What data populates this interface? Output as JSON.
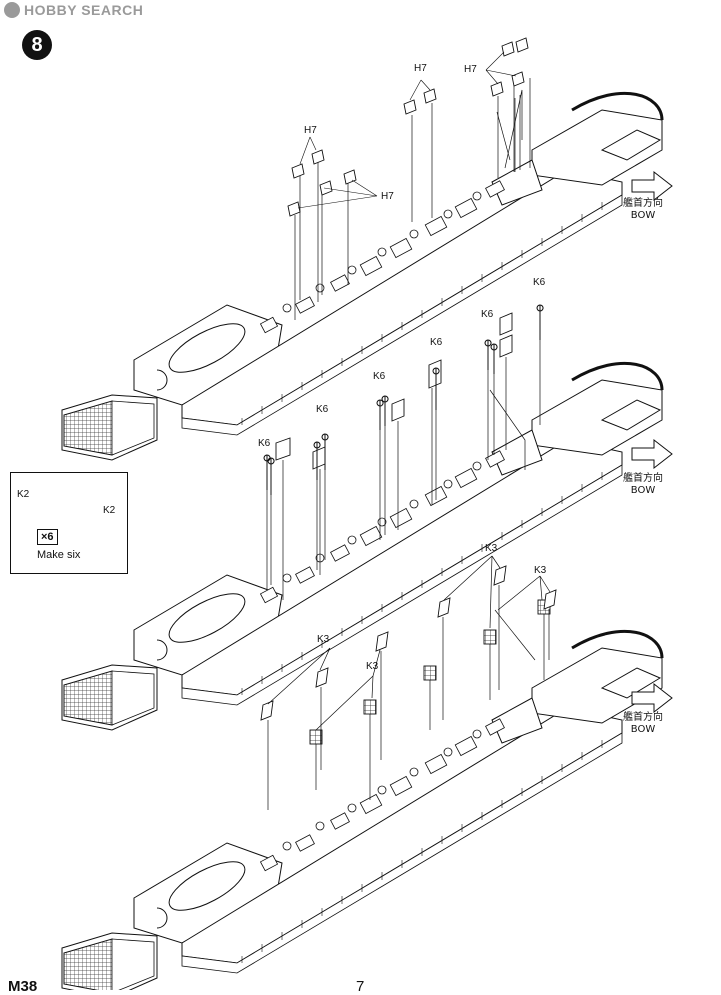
{
  "watermark": {
    "text": "HOBBY SEARCH"
  },
  "step": {
    "number": "8"
  },
  "labels": {
    "h7": "H7",
    "k6": "K6",
    "k3": "K3",
    "k2": "K2"
  },
  "bow": {
    "jp": "艦首方向",
    "en": "BOW"
  },
  "inset": {
    "count": "×6",
    "caption": "Make six"
  },
  "footer": {
    "part_code": "M38",
    "page": "7"
  }
}
